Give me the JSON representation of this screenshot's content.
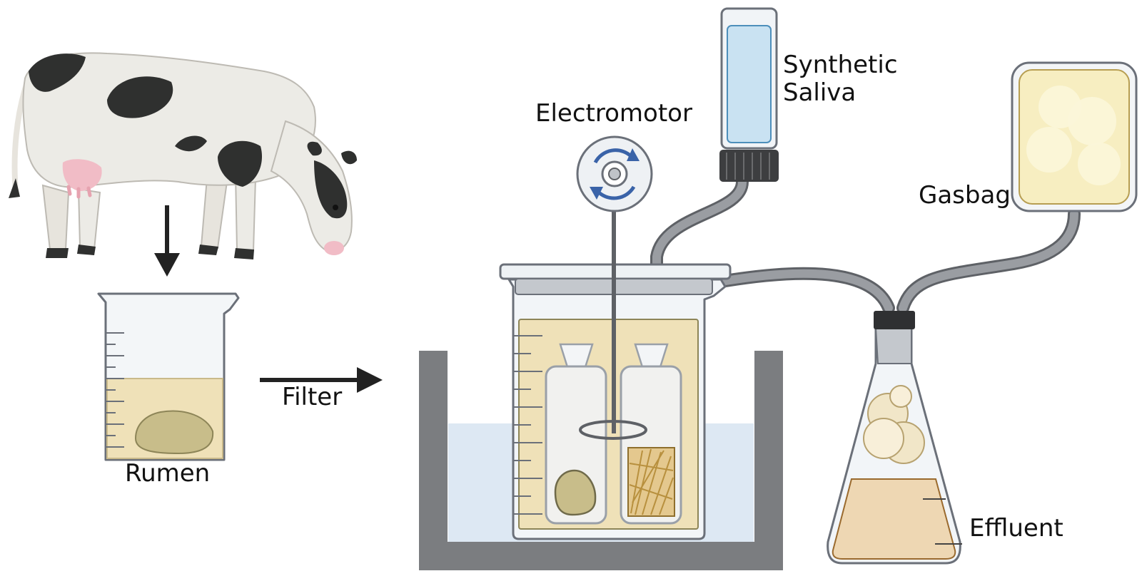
{
  "labels": {
    "rumen": "Rumen",
    "filter": "Filter",
    "electromotor": "Electromotor",
    "saliva_line1": "Synthetic",
    "saliva_line2": "Saliva",
    "gasbag": "Gasbag",
    "effluent": "Effluent"
  },
  "colors": {
    "outline": "#6b7079",
    "rumen_fluid": "#efe1b8",
    "rumen_solid": "#c8bd8a",
    "water": "#dde8f3",
    "saliva": "#c9e2f2",
    "gas": "#f7eec1",
    "effluent": "#eed7b3",
    "tube": "#7d8085",
    "bath": "#7b7d80",
    "cap": "#3d3e40",
    "rotation_arrows": "#3a63a8",
    "cow_spots": "#2f302f"
  }
}
